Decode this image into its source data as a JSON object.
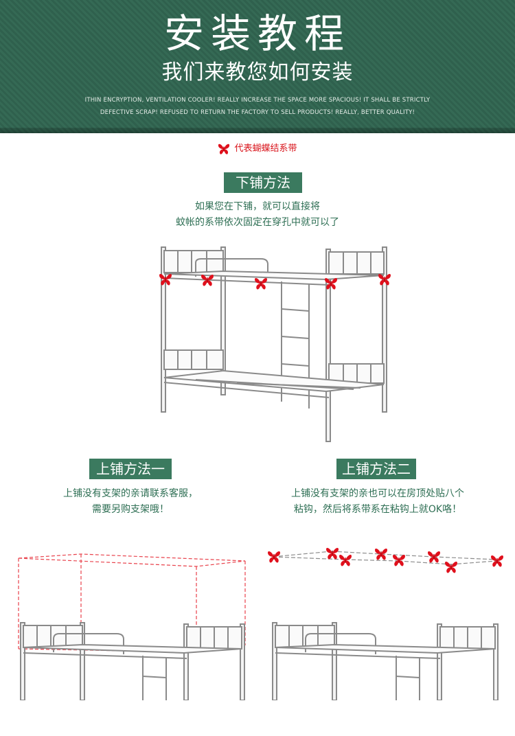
{
  "header": {
    "title": "安装教程",
    "subtitle": "我们来教您如何安装",
    "english_line1": "ITHIN ENCRYPTION, VENTILATION COOLER! REALLY INCREASE THE SPACE MORE SPACIOUS! IT SHALL BE STRICTLY",
    "english_line2": "DEFECTIVE SCRAP! REFUSED TO RETURN THE FACTORY TO SELL PRODUCTS! REALLY, BETTER QUALITY!"
  },
  "legend": {
    "label": "代表蝴蝶结系带",
    "icon": "butterfly-icon"
  },
  "lower_method": {
    "title": "下铺方法",
    "line1": "如果您在下铺，就可以直接将",
    "line2": "蚊帐的系带依次固定在穿孔中就可以了"
  },
  "upper_method_1": {
    "title": "上铺方法一",
    "line1": "上铺没有支架的亲请联系客服，",
    "line2": "需要另购支架哦！"
  },
  "upper_method_2": {
    "title": "上铺方法二",
    "line1": "上铺没有支架的亲也可以在房顶处贴八个",
    "line2": "粘钩，然后将系带系在粘钩上就OK咯！"
  },
  "colors": {
    "header_green": "#356a55",
    "pill_green": "#3b7a5f",
    "text_green": "#2d6e53",
    "butterfly_red": "#e0101c"
  }
}
